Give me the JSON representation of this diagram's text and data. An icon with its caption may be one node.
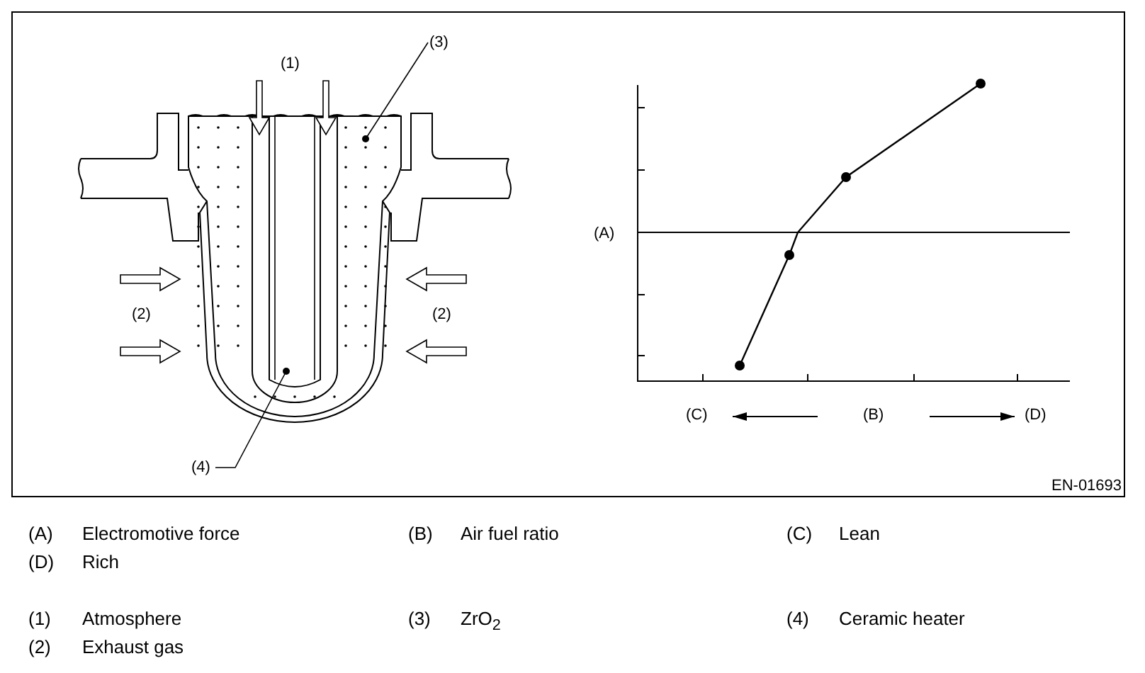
{
  "diagram": {
    "nodes": [
      {
        "text": [
          "(3)"
        ]
      },
      {
        "text": [],
        "shape": "picture"
      },
      {
        "text": [
          "(4)"
        ]
      },
      {
        "text": [],
        "shape": "picture",
        "in": 1
      }
    ],
    "edges": [
      {
        "from": 0,
        "to": 1,
        "arrow": "other"
      },
      {
        "from": 2,
        "to": 3,
        "arrow": "other"
      }
    ],
    "labels": [
      "(1)",
      "(A)",
      "(2)",
      "(2)",
      "(C)",
      "(B)",
      "(D)",
      "EN-01693",
      "(A)",
      "Electromotive force",
      "(B)",
      "Air fuel ratio",
      "(C)",
      "Lean",
      "(D)",
      "Rich",
      "(1)",
      "Atmosphere",
      "(3)",
      "ZrO$_{2}$",
      "(4)",
      "Ceramic heater",
      "(2)",
      "Exhaust gas"
    ]
  }
}
